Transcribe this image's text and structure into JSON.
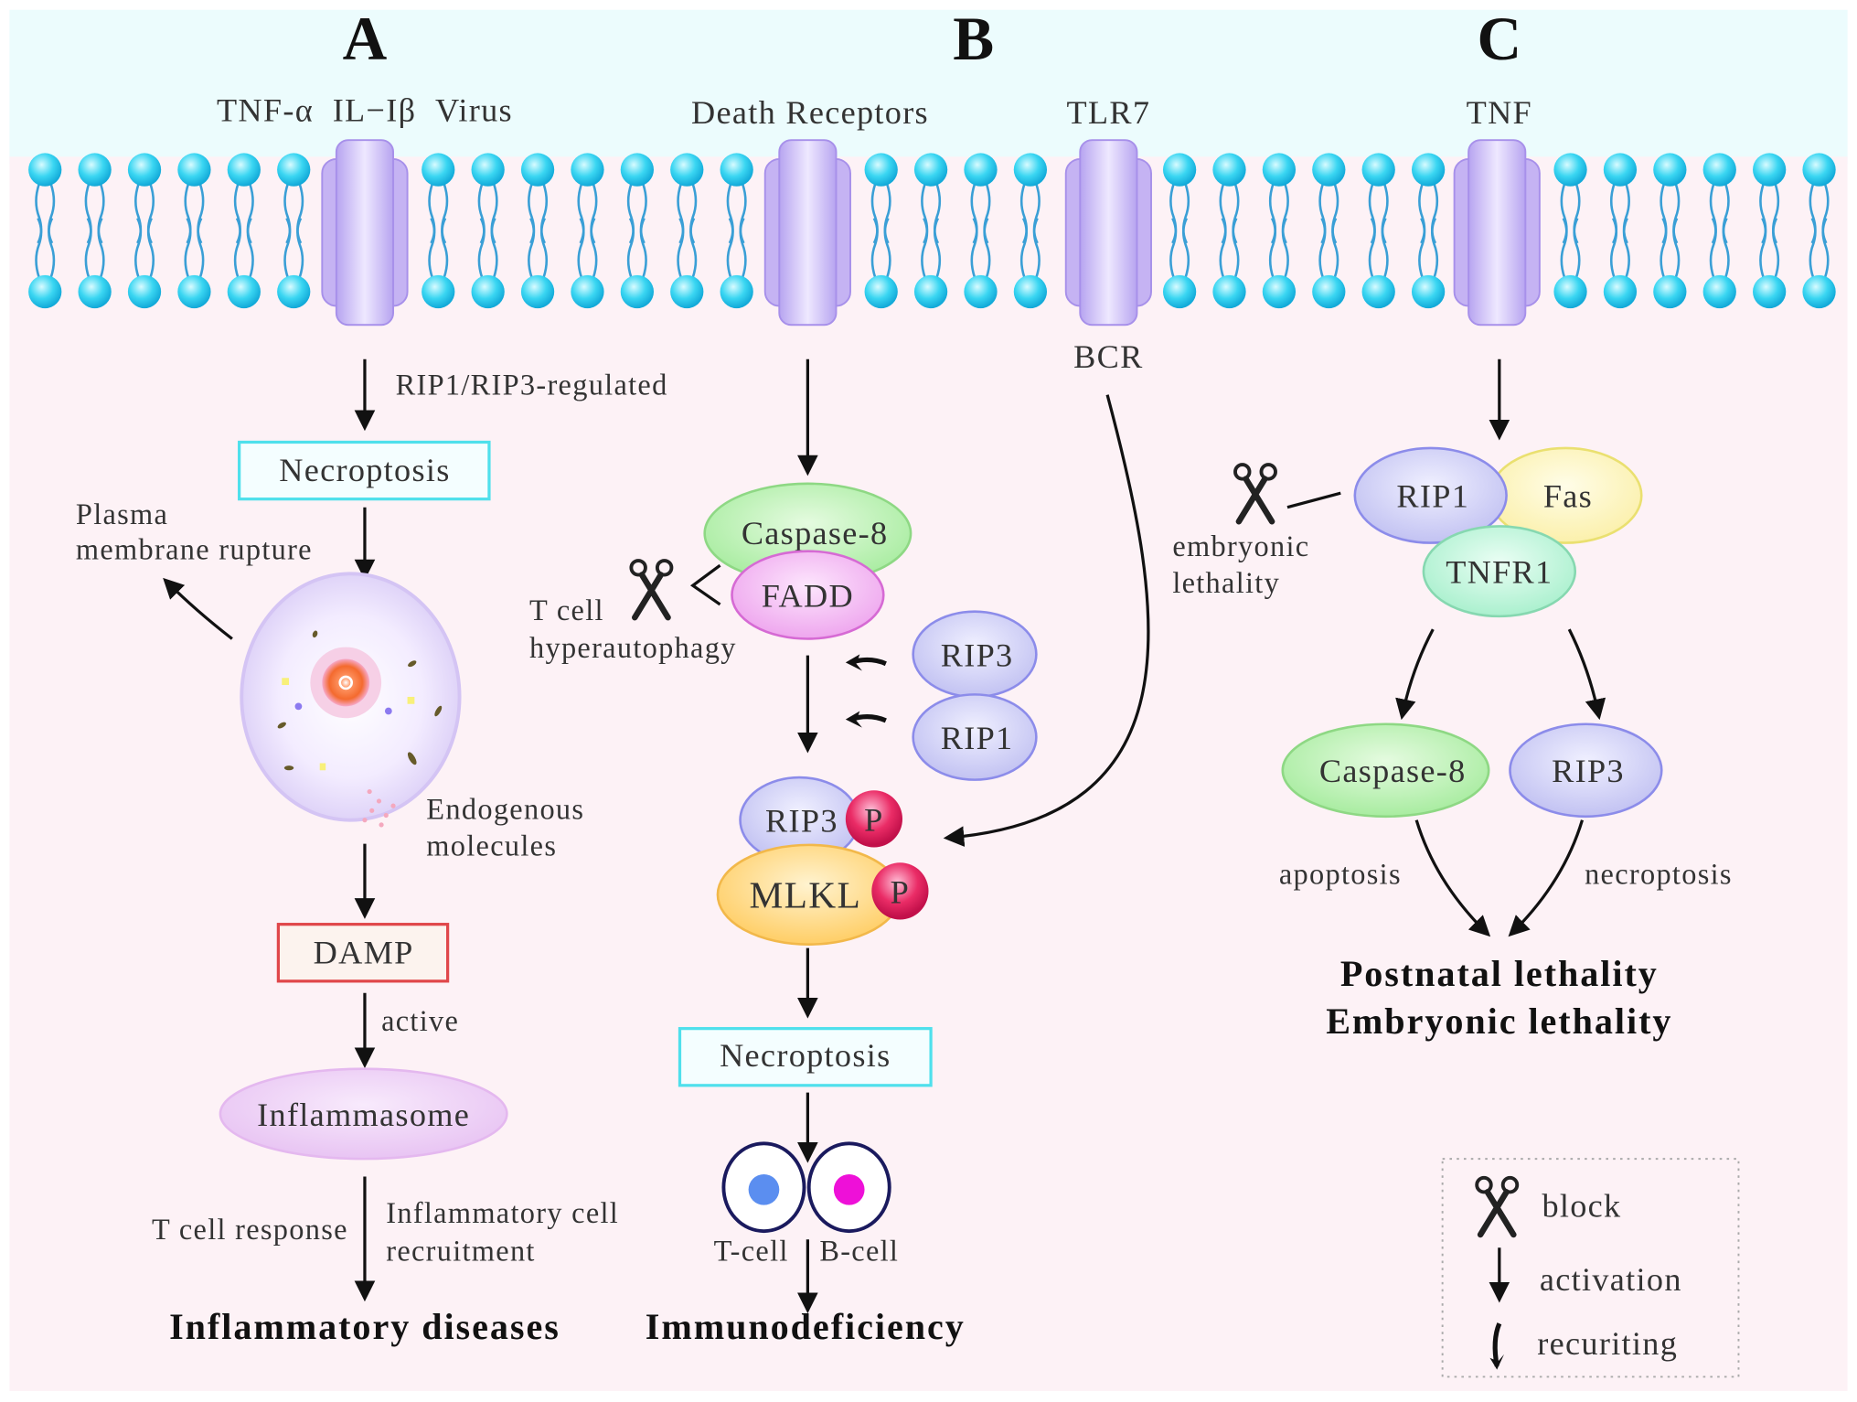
{
  "panels": {
    "a": {
      "label": "A",
      "stimuli": [
        "TNF-α",
        "IL−Iβ",
        "Virus"
      ],
      "stimuli_text": "TNF-α  IL−Iβ  Virus",
      "arrow1_label": "RIP1/RIP3-regulated",
      "necroptosis": "Necroptosis",
      "rupture_label_1": "Plasma",
      "rupture_label_2": "membrane rupture",
      "endogenous_1": "Endogenous",
      "endogenous_2": "molecules",
      "damp": "DAMP",
      "active_label": "active",
      "inflammasome": "Inflammasome",
      "t_cell_response": "T cell response",
      "recruit_1": "Inflammatory cell",
      "recruit_2": "recruitment",
      "outcome": "Inflammatory diseases"
    },
    "b": {
      "label": "B",
      "receptor_1": "Death Receptors",
      "receptor_2": "TLR7",
      "receptor_2_below": "BCR",
      "caspase8": "Caspase-8",
      "fadd": "FADD",
      "block_label_1": "T cell",
      "block_label_2": "hyperautophagy",
      "rip3": "RIP3",
      "rip1": "RIP1",
      "rip3p": "RIP3",
      "mlkl": "MLKL",
      "phospho": "P",
      "necroptosis": "Necroptosis",
      "t_cell": "T-cell",
      "b_cell": "B-cell",
      "outcome": "Immunodeficiency"
    },
    "c": {
      "label": "C",
      "receptor": "TNF",
      "rip1": "RIP1",
      "fas": "Fas",
      "tnfr1": "TNFR1",
      "block_label_1": "embryonic",
      "block_label_2": "lethality",
      "caspase8": "Caspase-8",
      "rip3": "RIP3",
      "apoptosis": "apoptosis",
      "necroptosis": "necroptosis",
      "outcome_1": "Postnatal lethality",
      "outcome_2": "Embryonic lethality"
    }
  },
  "legend": {
    "items": [
      {
        "icon": "scissors-icon",
        "label": "block"
      },
      {
        "icon": "arrow-down-icon",
        "label": "activation"
      },
      {
        "icon": "curved-arrow-icon",
        "label": "recuriting"
      }
    ]
  },
  "colors": {
    "extracellular": "#ecfcfd",
    "cytoplasm": "#fdf2f6",
    "lipid_head": "#27cfee",
    "lipid_tail": "#3a9fd6",
    "receptor": "#c9b8f5",
    "caspase8": "#b9f0b0",
    "fadd": "#f2b6f2",
    "rip": "#ccccf5",
    "fas": "#fbf6c2",
    "tnfr1": "#bff5dc",
    "mlkl": "#ffd98a",
    "phospho": "#e8245e",
    "necroptosis_border": "#4fe0ec",
    "damp_border": "#e0474a",
    "inflammasome": "#edd0f5",
    "t_cell_nucleus": "#5b8ef0",
    "b_cell_nucleus": "#ee10d8"
  }
}
